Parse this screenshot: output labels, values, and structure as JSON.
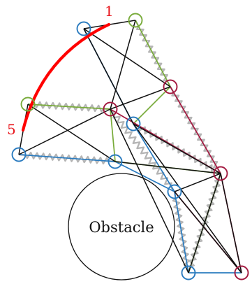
{
  "diagram": {
    "obstacle_label": "Obstacle",
    "start_label": "1",
    "end_label": "5"
  },
  "colors": {
    "blue": "#2a7bbf",
    "green": "#78ab3a",
    "crimson": "#a3183f",
    "black": "#111111",
    "spring": "#b5b5b5",
    "red": "#ff0000"
  },
  "icons": {
    "spring": "zigzag-spring",
    "node": "hollow-circle-joint"
  }
}
